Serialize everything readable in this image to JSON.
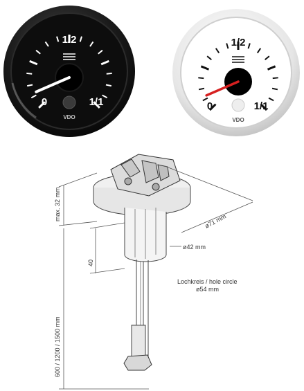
{
  "gauges": {
    "left": {
      "label_empty": "0",
      "label_half": "1/2",
      "label_full": "1/1",
      "brand": "VDO",
      "fuel_level": 0.08,
      "needle_color": "#ffffff",
      "face_color": "#111111",
      "bezel_color": "#1a1a1a"
    },
    "right": {
      "label_empty": "0",
      "label_half": "1/2",
      "label_full": "1/1",
      "brand": "VDO",
      "fuel_level": 0.08,
      "needle_color": "#d62020",
      "face_color": "#ffffff",
      "bezel_color": "#d9d9d9"
    }
  },
  "sensor": {
    "dim_max_height": "max. 32 mm",
    "dim_length": "40",
    "dim_diameter_flange": "ø71 mm",
    "dim_diameter_tube": "ø42 mm",
    "dim_total_length": "600 / 1200 / 1500 mm",
    "hole_circle_label": "Lochkreis / hole circle",
    "hole_circle_value": "ø54 mm"
  }
}
